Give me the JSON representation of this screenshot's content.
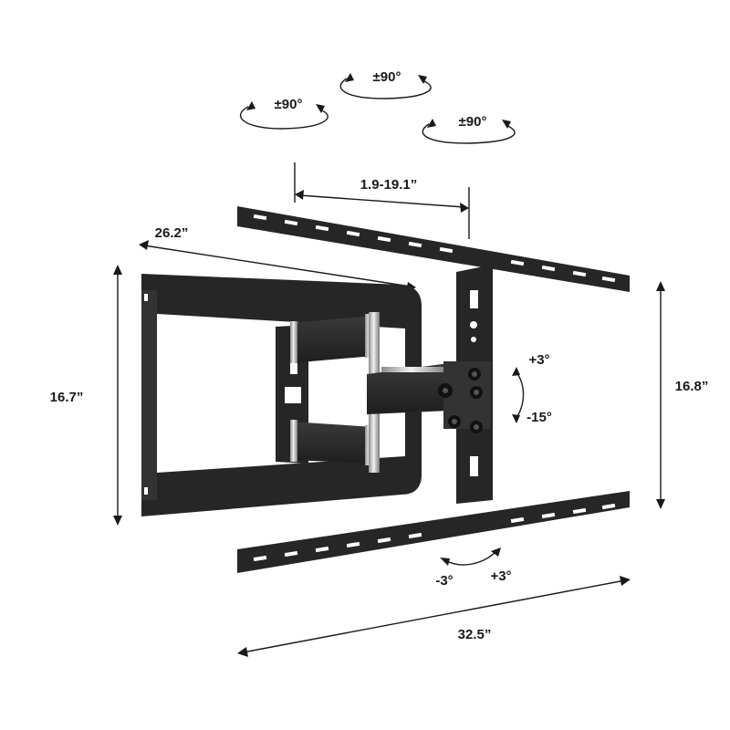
{
  "labels": {
    "swivel_left": "±90°",
    "swivel_top": "±90°",
    "swivel_right": "±90°",
    "extension": "1.9-19.1”",
    "tv_plate_width": "26.2”",
    "tv_plate_height": "16.7”",
    "wall_plate_height": "16.8”",
    "tilt_up": "+3°",
    "tilt_down": "-15°",
    "level_minus": "-3°",
    "level_plus": "+3°",
    "wall_plate_width": "32.5”"
  },
  "colors": {
    "metal": "#262626",
    "ink": "#1a1a1a",
    "background": "#ffffff"
  }
}
